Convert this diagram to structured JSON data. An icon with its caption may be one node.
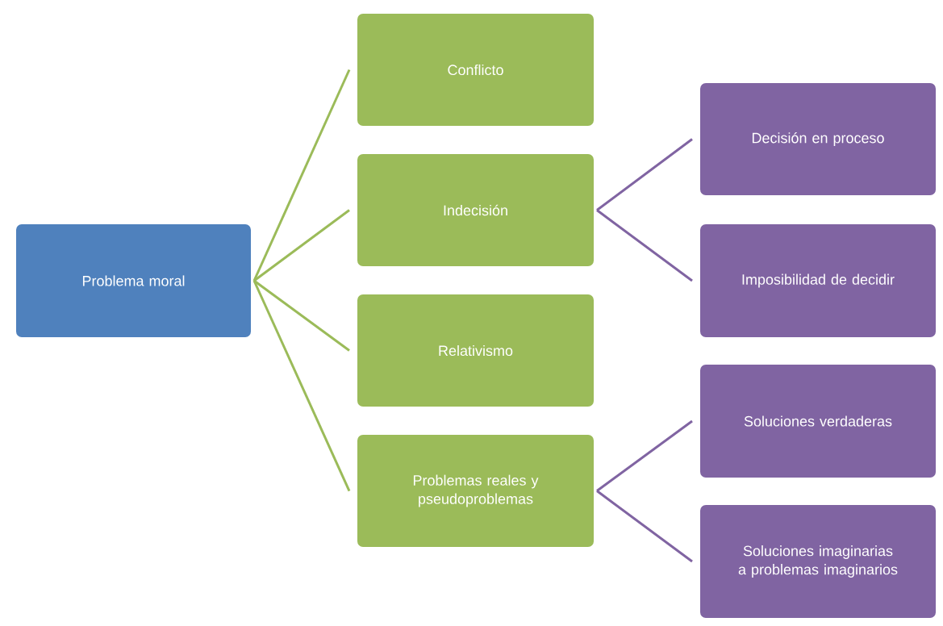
{
  "diagram": {
    "nodes": [
      {
        "text": [
          "Problema moral"
        ]
      },
      {
        "text": [
          "Conflicto"
        ]
      },
      {
        "text": [
          "Indecisión"
        ]
      },
      {
        "text": [
          "Relativismo"
        ]
      },
      {
        "text": [
          "Problemas reales y pseudoproblemas"
        ]
      },
      {
        "text": [
          "Decisión en proceso"
        ]
      },
      {
        "text": [
          "Imposibilidad de decidir"
        ]
      },
      {
        "text": [
          "Soluciones verdaderas"
        ]
      },
      {
        "text": [
          "Soluciones imaginarias a problemas imaginarios"
        ]
      }
    ],
    "edges": [
      {
        "from": 0,
        "to": 1,
        "arrow": "none"
      },
      {
        "from": 0,
        "to": 2,
        "arrow": "none"
      },
      {
        "from": 0,
        "to": 3,
        "arrow": "none"
      },
      {
        "from": 0,
        "to": 4,
        "arrow": "none"
      },
      {
        "from": 2,
        "to": 5,
        "arrow": "none",
        "color": "#8064a2"
      },
      {
        "from": 2,
        "to": 6,
        "arrow": "none",
        "color": "#8064a2"
      },
      {
        "from": 4,
        "to": 7,
        "arrow": "none",
        "color": "#8064a2"
      },
      {
        "from": 4,
        "to": 8,
        "arrow": "none",
        "color": "#8064a2"
      }
    ]
  }
}
